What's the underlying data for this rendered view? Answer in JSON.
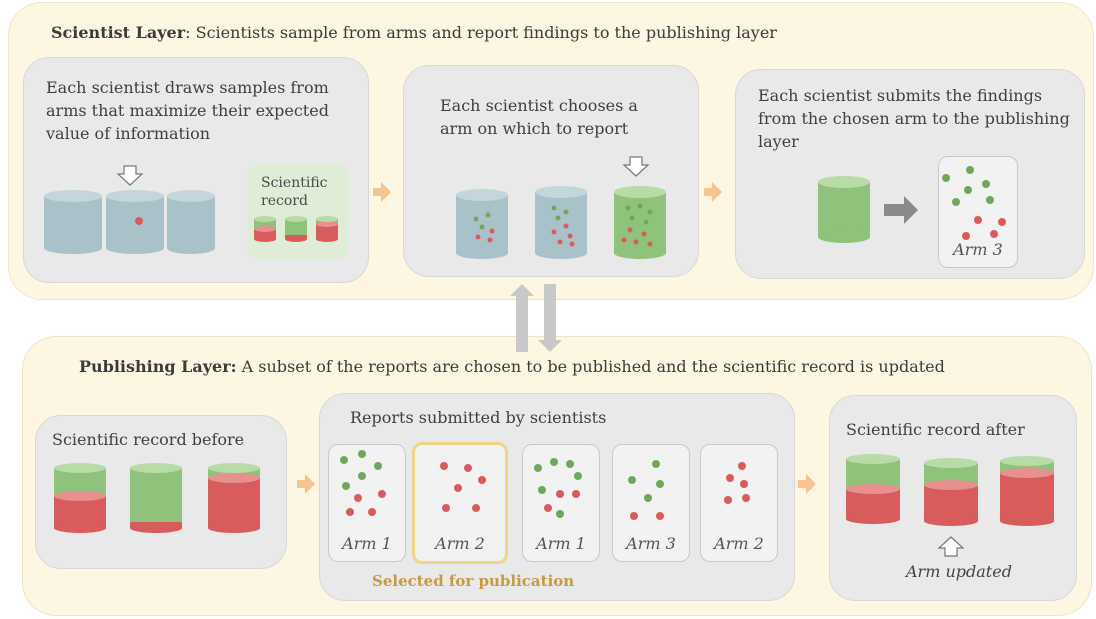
{
  "scientist_layer": {
    "title_bold": "Scientist Layer",
    "title_rest": ": Scientists sample from arms and report findings to the publishing layer",
    "panel1_text": "Each scientist draws samples from arms that maximize their expected value of information",
    "panel1_record_label": "Scientific record",
    "panel2_text": "Each scientist chooses a arm on which to report",
    "panel3_text": "Each scientist submits the findings from the chosen arm to the publishing layer",
    "panel3_arm_label": "Arm 3"
  },
  "publishing_layer": {
    "title_bold": "Publishing Layer:",
    "title_rest": " A subset of the reports are chosen to be published and the scientific record is updated",
    "before_title": "Scientific record before",
    "reports_title": "Reports submitted by scientists",
    "reports": [
      {
        "label": "Arm 1",
        "selected": false
      },
      {
        "label": "Arm 2",
        "selected": true
      },
      {
        "label": "Arm 1",
        "selected": false
      },
      {
        "label": "Arm 3",
        "selected": false
      },
      {
        "label": "Arm 2",
        "selected": false
      }
    ],
    "selected_caption": "Selected for publication",
    "after_title": "Scientific record after",
    "arm_updated": "Arm updated"
  },
  "colors": {
    "layer_bg": "#fdf6e3",
    "panel_bg": "#e9e9ea",
    "blue_cylinder": "#a9c2c9",
    "green": "#8fc27a",
    "red": "#d85c5c",
    "arrow_orange": "#f5c48f",
    "selected_border": "#f1d486"
  }
}
